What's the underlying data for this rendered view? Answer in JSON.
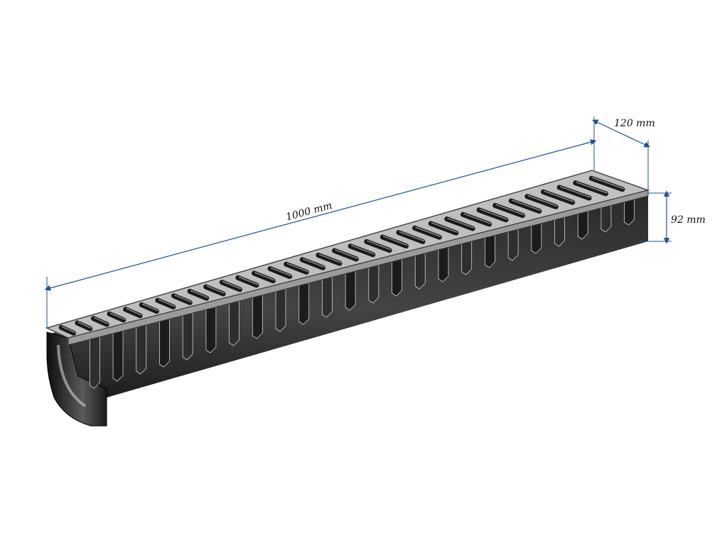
{
  "product": {
    "colors": {
      "background": "#ffffff",
      "dimension_line": "#1f4f9a",
      "label": "#111111",
      "metal_light": "#d9d9d9",
      "metal_dark": "#6e6e6e",
      "body_dark": "#151515",
      "body_mid": "#3a3a3a"
    }
  },
  "dimensions": {
    "length_label": "1000 mm",
    "width_label": "120 mm",
    "height_label": "92 mm"
  }
}
